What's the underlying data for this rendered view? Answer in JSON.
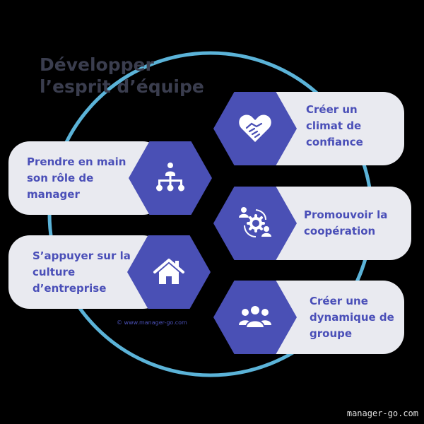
{
  "title": {
    "line1": "Développer",
    "line2": "l’esprit d’équipe"
  },
  "items": [
    {
      "side": "left",
      "icon": "org-chart-icon",
      "lines": [
        "Prendre en main",
        "son rôle de",
        "manager"
      ]
    },
    {
      "side": "left",
      "icon": "house-icon",
      "lines": [
        "S’appuyer sur la",
        "culture",
        "d’entreprise"
      ]
    },
    {
      "side": "right",
      "icon": "handshake-heart-icon",
      "lines": [
        "Créer un",
        "climat de",
        "confiance"
      ]
    },
    {
      "side": "right",
      "icon": "gear-people-icon",
      "lines": [
        "Promouvoir la",
        "coopération"
      ]
    },
    {
      "side": "right",
      "icon": "group-icon",
      "lines": [
        "Créer une",
        "dynamique de",
        "groupe"
      ]
    }
  ],
  "credit": "© www.manager-go.com",
  "footer": "manager-go.com",
  "colors": {
    "background": "#000000",
    "card": "#e9eaf0",
    "hexagon": "#4a50b5",
    "ring": "#5bb3d8",
    "title": "#3a3d4e",
    "label": "#4a4fb8"
  }
}
